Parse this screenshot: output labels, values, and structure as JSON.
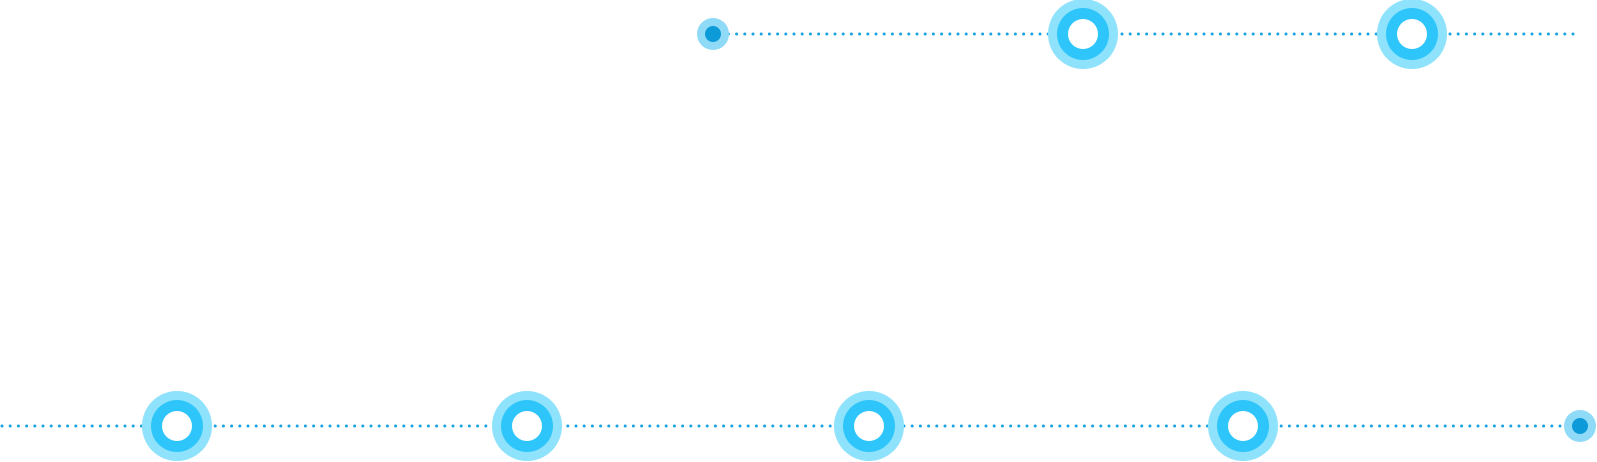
{
  "colors": {
    "line": "#1aa3e0",
    "ring_outer": "#8fe2fb",
    "ring_inner": "#2ec6fa",
    "center": "#ffffff",
    "end_dot": "#0c9ad8",
    "end_halo": "#8fdaf6"
  },
  "timeline": {
    "top_track": {
      "start_marker": "small-dot",
      "milestones": [
        "milestone",
        "milestone"
      ]
    },
    "bottom_track": {
      "milestones": [
        "milestone",
        "milestone",
        "milestone",
        "milestone"
      ],
      "end_marker": "small-dot"
    }
  }
}
